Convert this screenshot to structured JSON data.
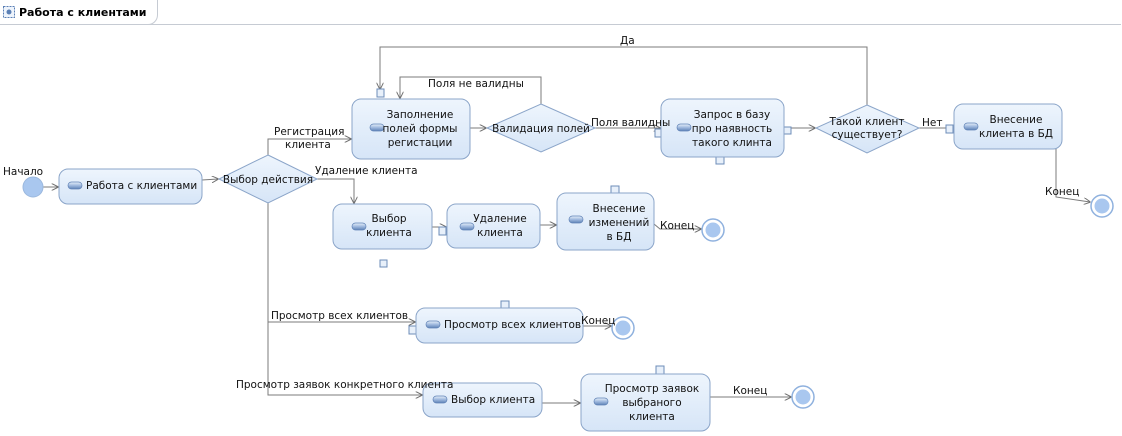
{
  "window": {
    "tab_title": "Работа с клиентами"
  },
  "nodes": {
    "start": "Начало",
    "work": "Работа с клиентами",
    "choose_action": "Выбор действия",
    "fill_form": [
      "Заполнение",
      "полей формы",
      "регистации"
    ],
    "validate": "Валидация полей",
    "query_db": [
      "Запрос в базу",
      "про наявность",
      "такого клинта"
    ],
    "client_exists": [
      "Такой клиент",
      "существует?"
    ],
    "insert_db": [
      "Внесение",
      "клиента в БД"
    ],
    "select_client_del": [
      "Выбор",
      "клиента"
    ],
    "delete_client": [
      "Удаление",
      "клиента"
    ],
    "apply_changes": [
      "Внесение",
      "изменений",
      "в БД"
    ],
    "view_all": "Просмотр всех клиентов",
    "select_client_view": "Выбор клиента",
    "view_orders": [
      "Просмотр заявок",
      "выбраного",
      "клиента"
    ]
  },
  "edges": {
    "yes": "Да",
    "fields_invalid": "Поля не валидны",
    "fields_valid": "Поля валидны",
    "no": "Нет",
    "registration": [
      "Регистрация",
      "клиента"
    ],
    "delete": "Удаление клиента",
    "end_top": "Конец",
    "end_delete": "Конец",
    "view_all": "Просмотр всех клиентов",
    "end_view_all": "Конец",
    "view_orders": "Просмотр заявок конкретного клиента",
    "end_orders": "Конец"
  },
  "colors": {
    "node_fill": "#dce9f8",
    "node_border": "#8ba5c9",
    "edge": "#7b7b7b",
    "start_fill": "#a9c7ef",
    "final_fill": "#a9c7ef"
  }
}
